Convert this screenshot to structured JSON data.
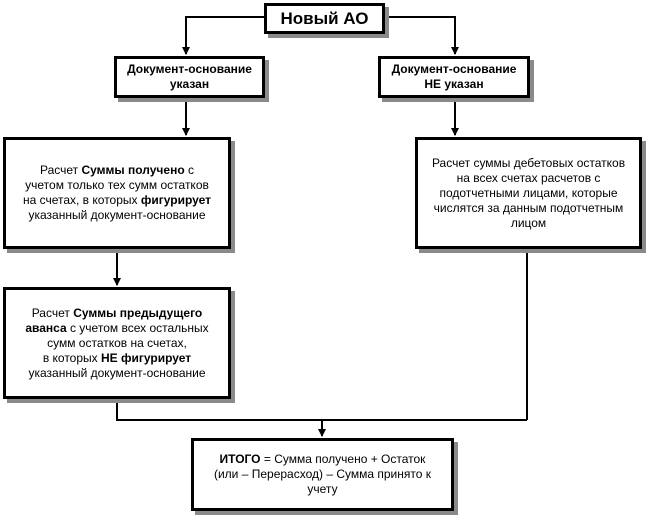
{
  "title": "Новый АО",
  "branch_left": {
    "line1": "Документ-основание",
    "line2": "указан"
  },
  "branch_right": {
    "line1": "Документ-основание",
    "line2": "НЕ указан"
  },
  "calc_received": {
    "p1": "Расчет ",
    "b1": "Суммы получено",
    "p2": " с",
    "l2": "учетом только тех сумм остатков",
    "l3": "на счетах, в которых ",
    "b3": "фигурирует",
    "l4": "указанный документ-основание"
  },
  "calc_prev_advance": {
    "p1": "Расчет ",
    "b1": "Суммы предыдущего",
    "b2": "аванса",
    "p2": " с учетом всех остальных",
    "l3": "сумм остатков на счетах,",
    "p4": "в которых ",
    "b4": "НЕ фигурирует",
    "l5": "указанный документ-основание"
  },
  "calc_debit": {
    "l1": "Расчет суммы дебетовых остатков",
    "l2": "на всех счетах расчетов с",
    "l3": "подотчетными лицами, которые",
    "l4": "числятся за данным подотчетным",
    "l5": "лицом"
  },
  "total": {
    "b1": "ИТОГО",
    "p1": " = Сумма получено + Остаток",
    "l2": "(или – Перерасход) – Сумма принято к",
    "l3": "учету"
  }
}
